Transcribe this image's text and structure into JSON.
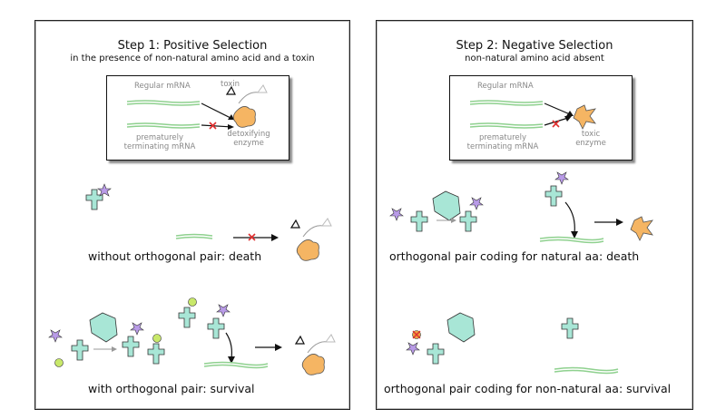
{
  "step1": {
    "title": "Step 1: Positive Selection",
    "subtitle": "in the presence of non-natural amino acid and a toxin",
    "inset": {
      "regular_mrna": "Regular mRNA",
      "toxin": "toxin",
      "premature_line1": "prematurely",
      "premature_line2": "terminating mRNA",
      "enzyme_line1": "detoxifying",
      "enzyme_line2": "enzyme"
    },
    "caption_death": "without orthogonal pair: death",
    "caption_survival": "with orthogonal pair: survival"
  },
  "step2": {
    "title": "Step 2: Negative Selection",
    "subtitle": "non-natural amino acid absent",
    "inset": {
      "regular_mrna": "Regular mRNA",
      "premature_line1": "prematurely",
      "premature_line2": "terminating mRNA",
      "enzyme_line1": "toxic",
      "enzyme_line2": "enzyme"
    },
    "caption_death": "orthogonal pair coding for natural aa: death",
    "caption_survival": "orthogonal pair coding for non-natural aa: survival"
  },
  "colors": {
    "trna": "#a8e6d6",
    "enzyme": "#f5b563",
    "star": "#b99be8",
    "ball": "#c8e86a",
    "mrna": "#8fd18f",
    "cross": "#e03030",
    "toxic_ball": "#f0a040"
  }
}
